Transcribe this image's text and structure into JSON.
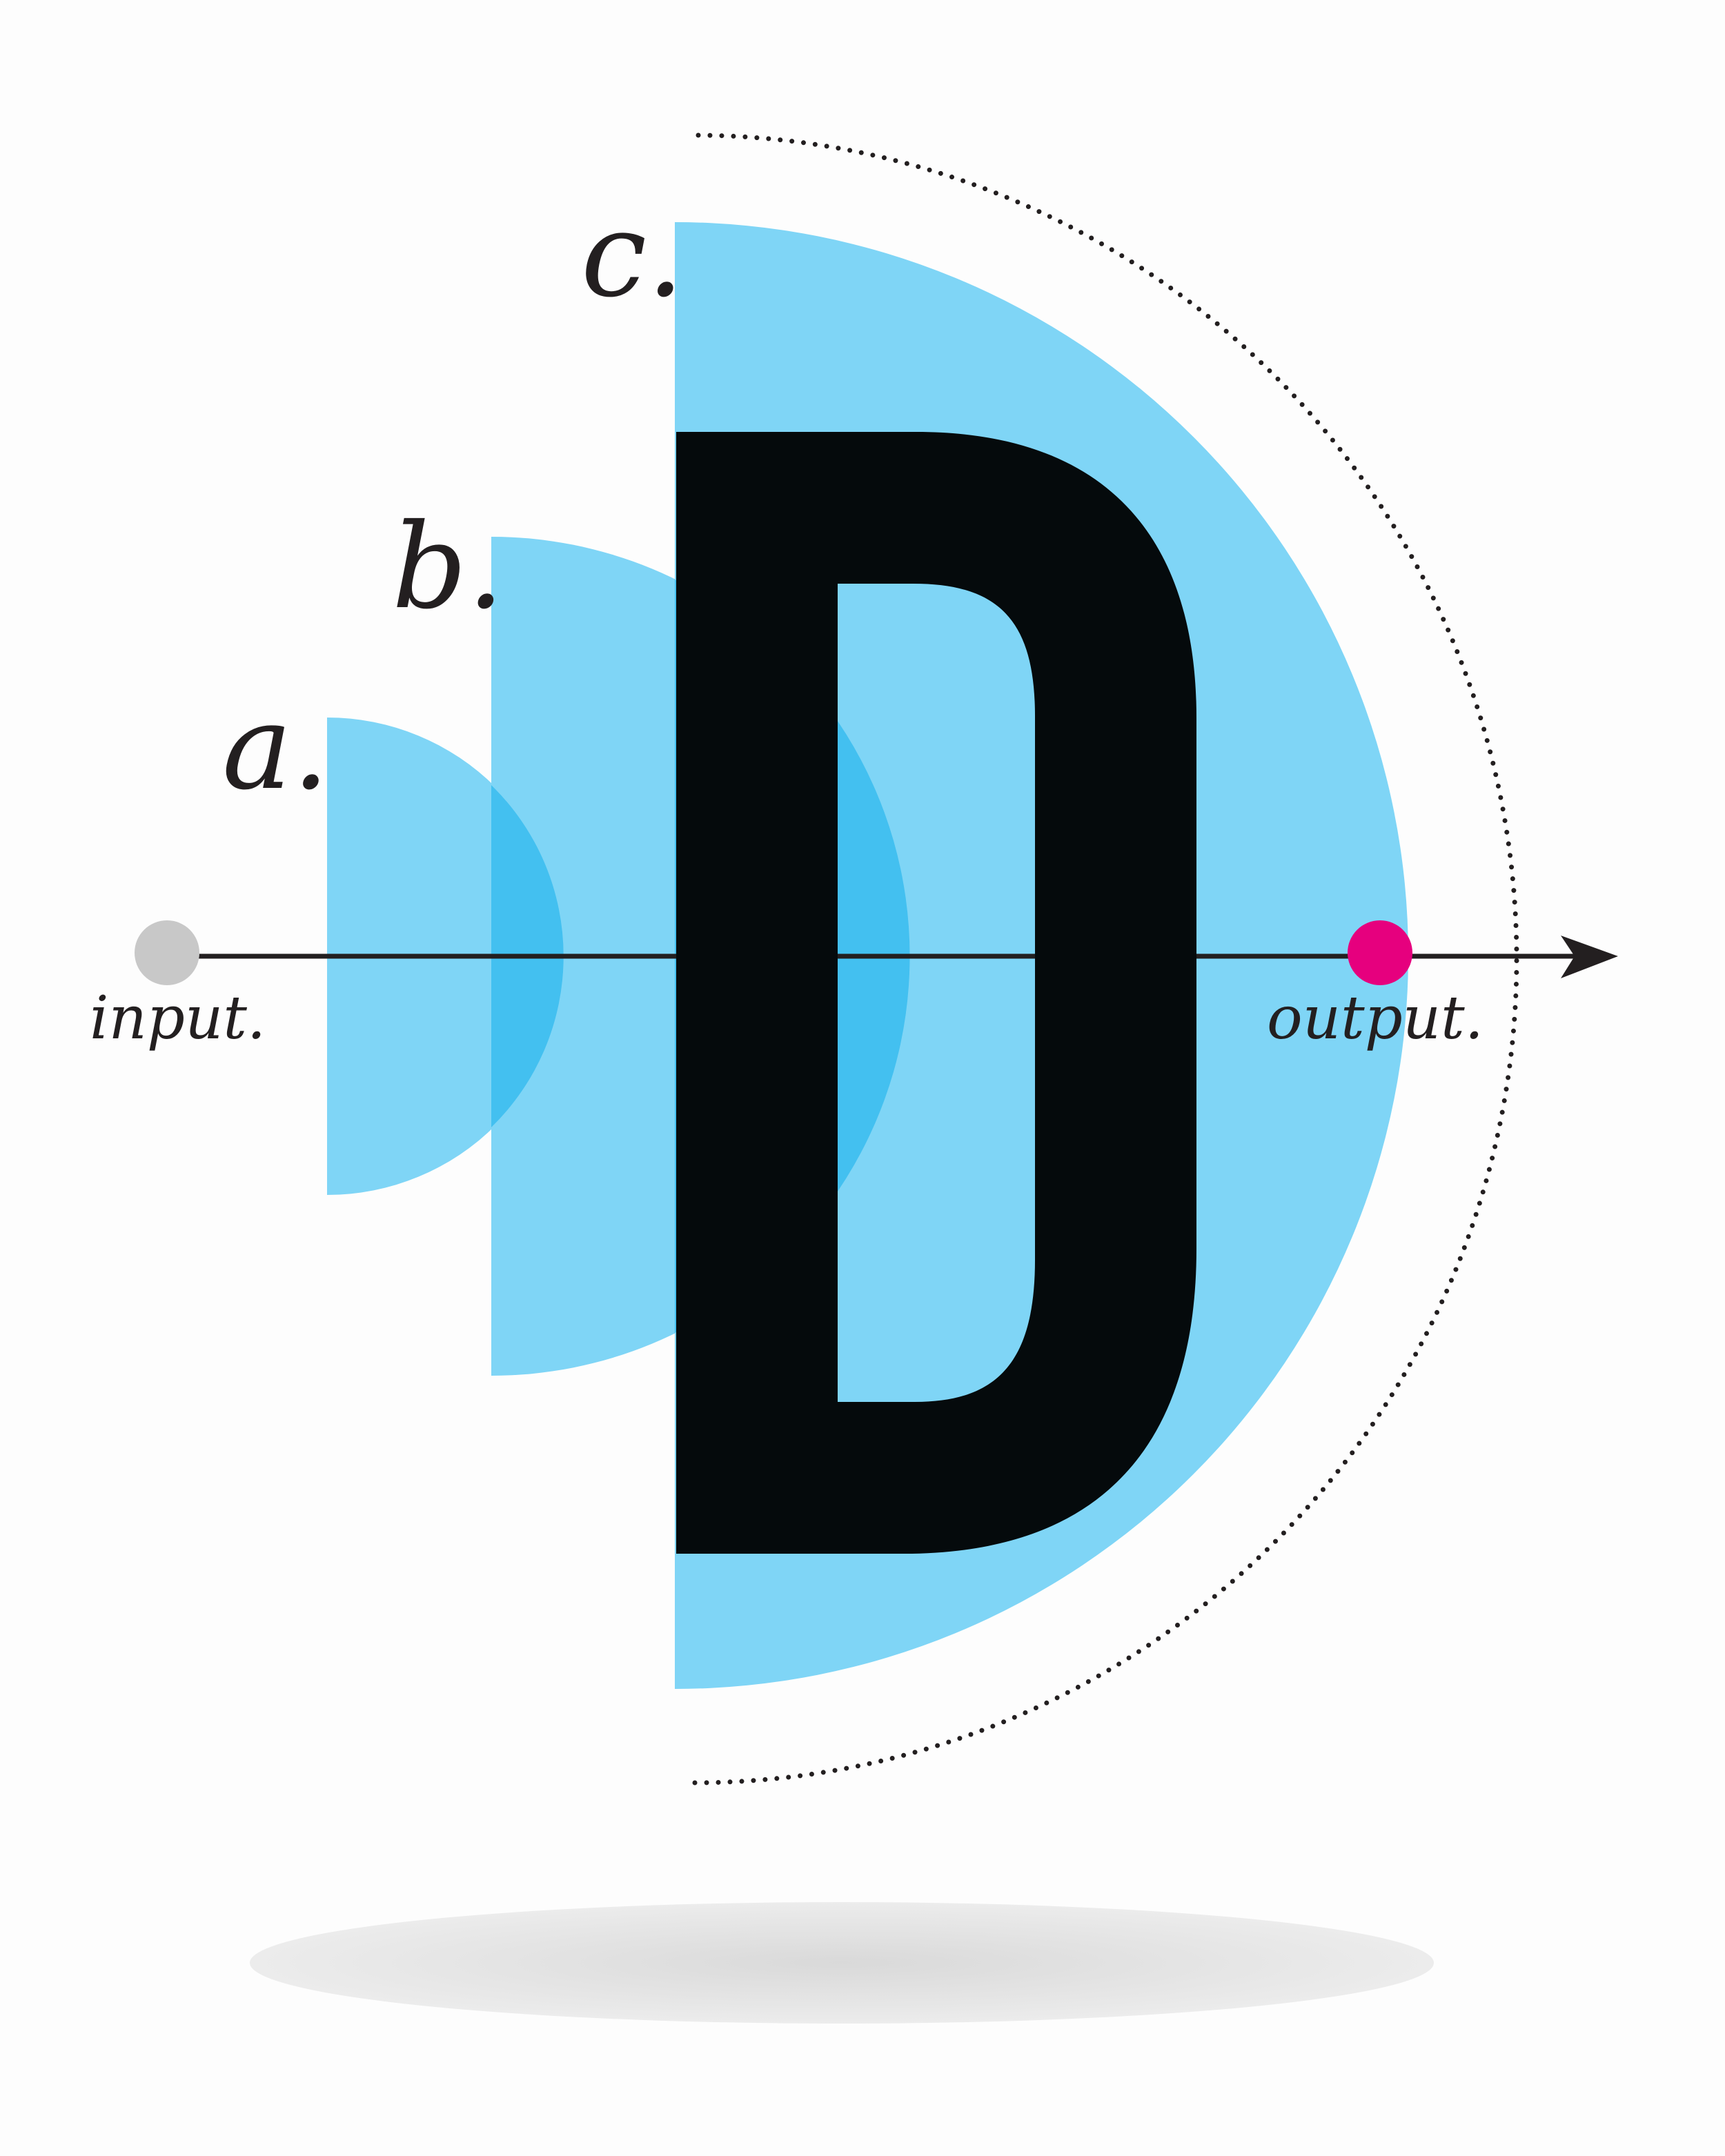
{
  "labels": {
    "a": "a.",
    "b": "b.",
    "c": "c.",
    "input": "input.",
    "output": "output."
  },
  "glyph": "D",
  "colors": {
    "background": "#fdfdfd",
    "semicircle_fill": "#7fd5f6",
    "overlap_fill": "#43c0f0",
    "glyph": "#050a0c",
    "axis": "#231f20",
    "input_dot": "#c8c8c8",
    "output_dot": "#e6007e",
    "shadow": "#e2e2e2"
  },
  "icons": {
    "input_marker": "circle",
    "output_marker": "circle",
    "arrowhead": "arrow-right",
    "boundary": "dotted-arc"
  }
}
